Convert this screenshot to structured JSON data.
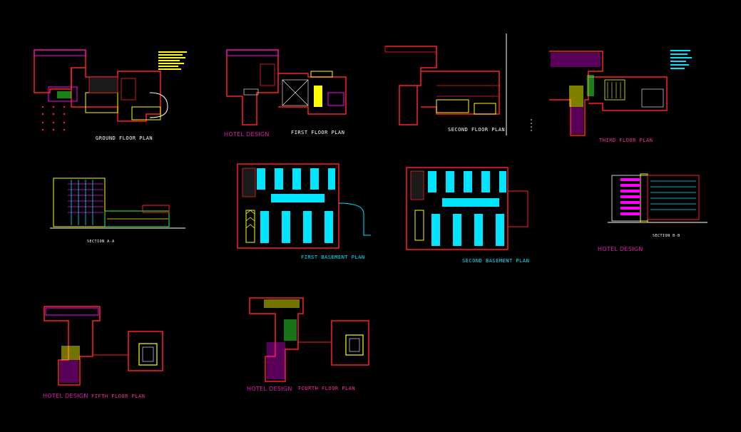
{
  "labels": {
    "ground_floor_plan": "GROUND FLOOR PLAN",
    "first_floor_plan": "FIRST FLOOR PLAN",
    "second_floor_plan": "SECOND FLOOR PLAN",
    "third_floor_plan": "THIRD FLOOR PLAN",
    "section_aa": "SECTION A-A",
    "first_basement_plan": "FIRST BASEMENT PLAN",
    "second_basement_plan": "SECOND BASEMENT PLAN",
    "section_bb": "SECTION B-B",
    "fifth_floor_plan": "FIFTH FLOOR PLAN",
    "fourth_floor_plan": "FOURTH FLOOR PLAN"
  },
  "hotel_design_titles": [
    "HOTEL DESIGN",
    "HOTEL DESIGN",
    "HOTEL DESIGN",
    "HOTEL DESIGN"
  ],
  "colors": {
    "background": "#000000",
    "wall_red": "#ff2020",
    "magenta": "#ff00ff",
    "yellow": "#ffff00",
    "cyan": "#00e5ff",
    "white": "#ffffff",
    "green": "#33ff33",
    "label_pink": "#ff2fa0",
    "hotel_design_magenta": "#e01ab0"
  }
}
